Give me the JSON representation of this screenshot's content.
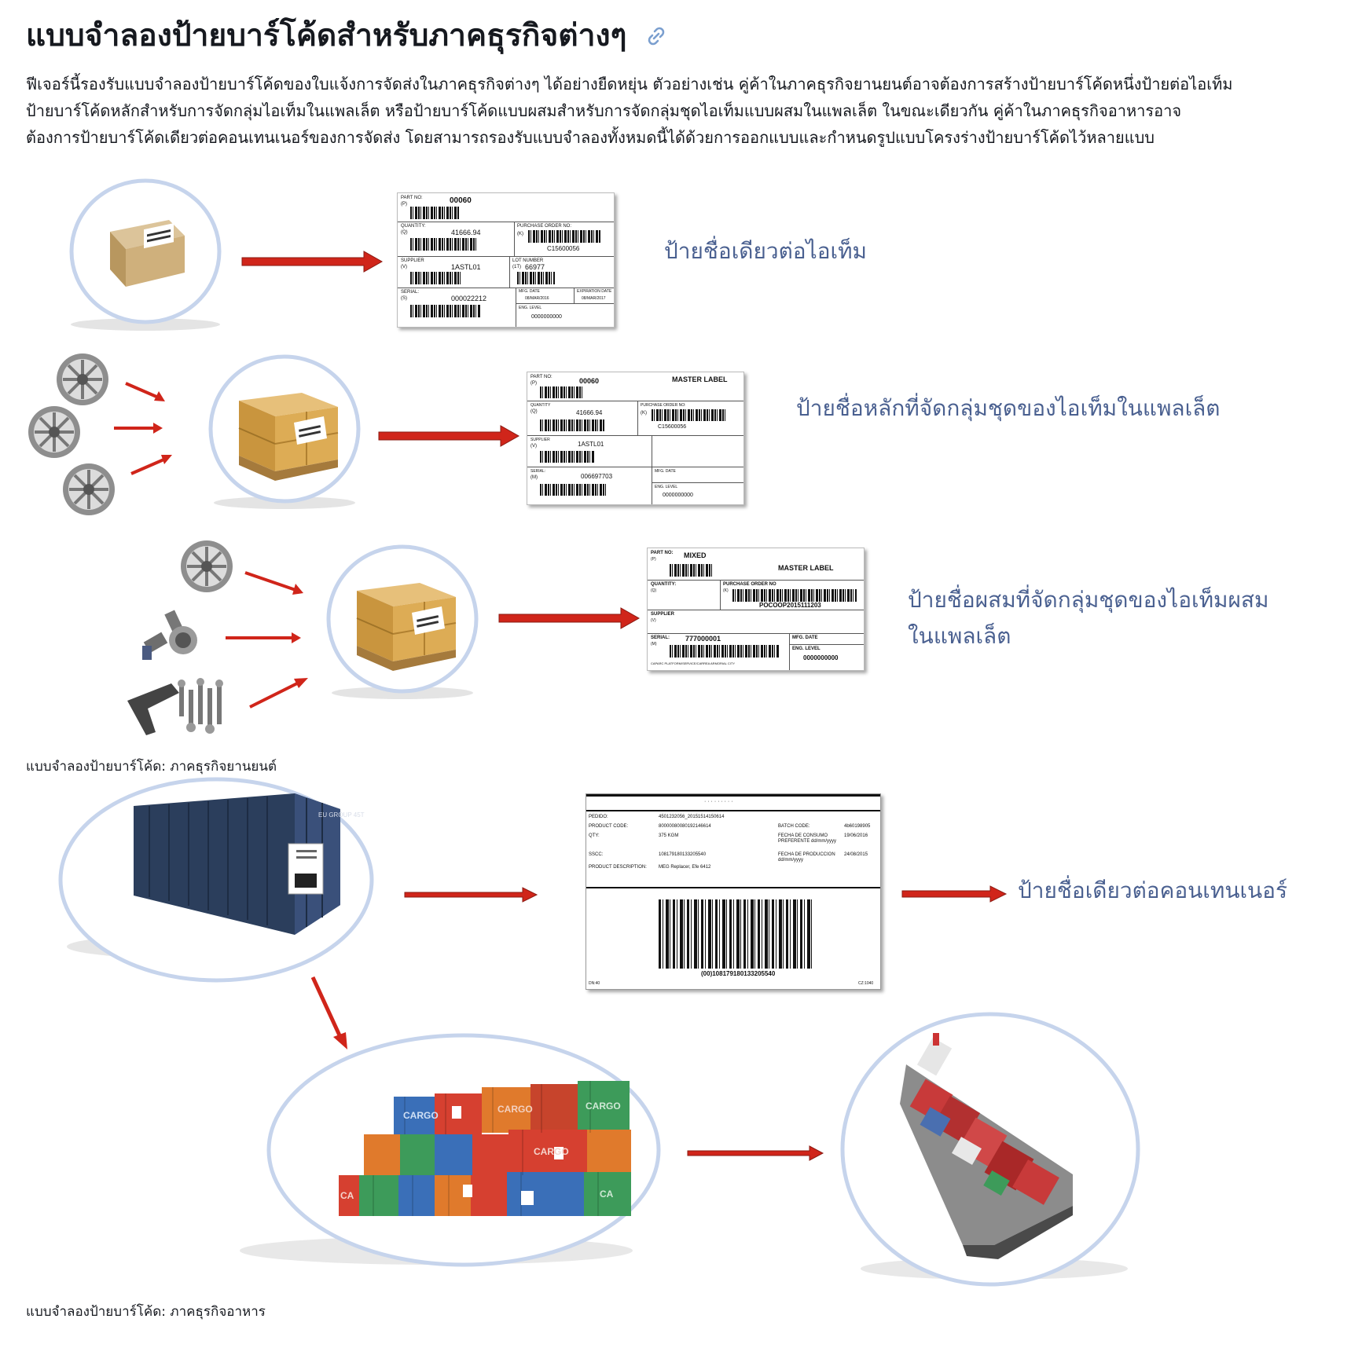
{
  "heading": {
    "title": "แบบจำลองป้ายบาร์โค้ดสำหรับภาคธุรกิจต่างๆ",
    "link_icon": "link-icon"
  },
  "intro": {
    "line1": "ฟีเจอร์นี้รองรับแบบจำลองป้ายบาร์โค้ดของใบแจ้งการจัดส่งในภาคธุรกิจต่างๆ ได้อย่างยืดหยุ่น ตัวอย่างเช่น คู่ค้าในภาคธุรกิจยานยนต์อาจต้องการสร้างป้ายบาร์โค้ดหนึ่งป้ายต่อไอเท็ม",
    "line2": "ป้ายบาร์โค้ดหลักสำหรับการจัดกลุ่มไอเท็มในแพลเล็ต หรือป้ายบาร์โค้ดแบบผสมสำหรับการจัดกลุ่มชุดไอเท็มแบบผสมในแพลเล็ต ในขณะเดียวกัน คู่ค้าในภาคธุรกิจอาหารอาจ",
    "line3": "ต้องการป้ายบาร์โค้ดเดียวต่อคอนเทนเนอร์ของการจัดส่ง โดยสามารถรองรับแบบจำลองทั้งหมดนี้ได้ด้วยการออกแบบและกำหนดรูปแบบโครงร่างป้ายบาร์โค้ดไว้หลายแบบ"
  },
  "automotive": {
    "row1_label": "ป้ายชื่อเดียวต่อไอเท็ม",
    "row2_label": "ป้ายชื่อหลักที่จัดกลุ่มชุดของไอเท็มในแพลเล็ต",
    "row3_label_line1": "ป้ายชื่อผสมที่จัดกลุ่มชุดของไอเท็มผสม",
    "row3_label_line2": "ในแพลเล็ต",
    "caption": "แบบจำลองป้ายบาร์โค้ด: ภาคธุรกิจยานยนต์",
    "item_label": {
      "part_no_h": "PART NO:",
      "part_no_q": "(P)",
      "part_no": "00060",
      "qty_h": "QUANTITY:",
      "qty_q": "(Q)",
      "qty": "41666.94",
      "po_h": "PURCHASE ORDER NO:",
      "po_q": "(K)",
      "po": "C15600056",
      "supplier_h": "SUPPLIER",
      "supplier_q": "(V)",
      "supplier": "1ASTL01",
      "lot_h": "LOT NUMBER",
      "lot_q": "(1T)",
      "lot": "66977",
      "serial_h": "SERIAL:",
      "serial_q": "(S)",
      "serial": "000022212",
      "mfg_h": "MFG. DATE",
      "mfg": "08/MAR/2016",
      "exp_h": "EXPIRATION DATE",
      "exp": "08/MAR/2017",
      "eng_h": "ENG. LEVEL",
      "eng": "0000000000"
    },
    "master_label": {
      "part_no_h": "PART NO:",
      "part_no_q": "(P)",
      "part_no": "00060",
      "title": "MASTER LABEL",
      "qty_h": "QUANTITY",
      "qty_q": "(Q)",
      "qty": "41666.94",
      "po_h": "PURCHASE ORDER NO:",
      "po_q": "(K)",
      "po": "C15600056",
      "supplier_h": "SUPPLIER",
      "supplier_q": "(V)",
      "supplier": "1ASTL01",
      "serial_h": "SERIAL:",
      "serial_q": "(M)",
      "serial": "006697703",
      "mfg_h": "MFG. DATE",
      "eng_h": "ENG. LEVEL",
      "eng": "0000000000"
    },
    "mixed_label": {
      "part_no_h": "PART NO:",
      "part_no_q": "(P)",
      "part_no": "MIXED",
      "title": "MASTER LABEL",
      "qty_h": "QUANTITY:",
      "qty_q": "(Q)",
      "po_h": "PURCHASE ORDER NO",
      "po_q": "(K)",
      "po": "POCOOP2015111203",
      "supplier_h": "SUPPLIER",
      "supplier_q": "(V)",
      "serial_h": "SERIAL:",
      "serial_q": "(M)",
      "serial": "777000001",
      "mfg_h": "MFG. DATE",
      "eng_h": "ENG. LEVEL",
      "eng": "0000000000",
      "footer": "CAPARC PLATFORM/SERVICE/CARREA ARMORIAL CITY"
    }
  },
  "food": {
    "container_label": "ป้ายชื่อเดียวต่อคอนเทนเนอร์",
    "caption": "แบบจำลองป้ายบาร์โค้ด: ภาคธุรกิจอาหาร",
    "label": {
      "top": "· · ·  · · · ·  · ·",
      "pedido_h": "PEDIDO:",
      "pedido": "4501232056_20151514150614",
      "product_code_h": "PRODUCT CODE:",
      "product_code": "80000080080192146614",
      "qty_h": "QTY:",
      "qty": "375 KGM",
      "sscc_h": "SSCC:",
      "sscc": "108179180133205540",
      "desc_h": "PRODUCT DESCRIPTION:",
      "desc": "MEG Replacer, Efe 6412",
      "batch_h": "BATCH CODE:",
      "batch": "4b60198905",
      "consumo_h": "FECHA DE CONSUMO PREFERENTE dd/mm/yyyy",
      "consumo": "19/06/2016",
      "produccion_h": "FECHA DE PRODUCCION dd/mm/yyyy",
      "produccion": "24/08/2015",
      "barcode_text": "(00)108179180133205540",
      "foot_left": "DN:40",
      "foot_right": "CZ:1040"
    },
    "container_text": "EU GROUP 45T",
    "stack_texts": [
      "CARGO",
      "CARGO",
      "CARGO",
      "CARGO",
      "CA",
      "CA"
    ]
  },
  "colors": {
    "arrow": "#d0251a",
    "circle": "#c6d4ec",
    "label_text": "#4a6090",
    "container": "#2b3e5c"
  }
}
